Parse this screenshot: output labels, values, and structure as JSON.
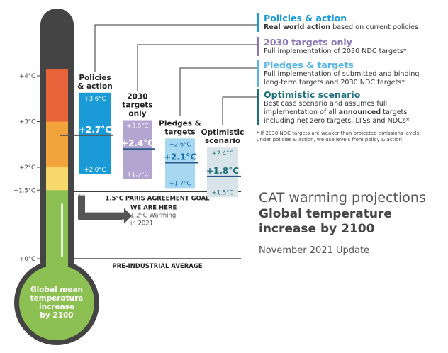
{
  "legend": {
    "policies": {
      "title": "Policies & action",
      "desc_bold": "Real world action",
      "desc": " based on current policies",
      "color": "#1a9ad6"
    },
    "targets2030": {
      "title": "2030 targets only",
      "desc": "Full implementation of 2030 NDC targets*",
      "color": "#8a75b5"
    },
    "pledges": {
      "title": "Pledges & targets",
      "desc1": "Full implementation of submitted and binding",
      "desc2": "long-term targets and 2030 NDC targets*",
      "color": "#56b4e6"
    },
    "optimistic": {
      "title": "Optimistic scenario",
      "desc1": "Best case scenario and assumes full",
      "desc2a": "implementation of all ",
      "desc2b": "announced",
      "desc2c": " targets",
      "desc3": "including net zero targets, LTSs and NDCs*",
      "color": "#1f6f7e"
    },
    "footnote1": "* If 2030 NDC targets are weaker than projected emissions levels",
    "footnote2": "under policies & action, we use levels from policy & action"
  },
  "title": {
    "line1": "CAT warming projections",
    "line2a": "Global temperature",
    "line2b": "increase by 2100",
    "update": "November 2021 Update"
  },
  "thermometer": {
    "bulb_line1": "Global mean",
    "bulb_line2": "temperature",
    "bulb_line3": "increase",
    "bulb_line4": "by 2100",
    "ticks": [
      {
        "label": "+4°C",
        "value": 4.0
      },
      {
        "label": "+3°C",
        "value": 3.0
      },
      {
        "label": "+2°C",
        "value": 2.0
      },
      {
        "label": "+1.5°C",
        "value": 1.5
      },
      {
        "label": "+0°C",
        "value": 0.0
      }
    ],
    "colors": {
      "red": "#e8633a",
      "orange": "#f3a33c",
      "yellow": "#f7d86a",
      "green": "#8dc052",
      "dark": "#444444"
    }
  },
  "chart_data": {
    "type": "range",
    "unit": "°C",
    "scenarios": [
      {
        "label_line1": "Policies",
        "label_line2": "& action",
        "label_line3": "",
        "low": 2.0,
        "mid": 2.7,
        "high": 3.6,
        "low_label": "+2.0°C",
        "mid_label": "+2.7°C",
        "high_label": "+3.6°C",
        "fill": "#1a9ad6",
        "text": "#ffffff"
      },
      {
        "label_line1": "2030",
        "label_line2": "targets",
        "label_line3": "only",
        "low": 1.9,
        "mid": 2.4,
        "high": 3.0,
        "low_label": "+1.9°C",
        "mid_label": "+2.4°C",
        "high_label": "+3.0°C",
        "fill": "#b3a5d1",
        "text": "#ffffff"
      },
      {
        "label_line1": "Pledges &",
        "label_line2": "targets",
        "label_line3": "",
        "low": 1.7,
        "mid": 2.1,
        "high": 2.6,
        "low_label": "+1.7°C",
        "mid_label": "+2.1°C",
        "high_label": "+2.6°C",
        "fill": "#a6d8f2",
        "text": "#1a6fa8"
      },
      {
        "label_line1": "Optimistic",
        "label_line2": "scenario",
        "label_line3": "",
        "low": 1.5,
        "mid": 1.8,
        "high": 2.4,
        "low_label": "+1.5°C",
        "mid_label": "+1.8°C",
        "high_label": "+2.4°C",
        "fill": "#d8e4ea",
        "text": "#1f6f7e"
      }
    ],
    "reference_lines": [
      {
        "label": "1.5°C PARIS AGREEMENT GOAL",
        "value": 1.5
      },
      {
        "label": "PRE-INDUSTRIAL AVERAGE",
        "value": 0.0
      }
    ],
    "current": {
      "label": "WE ARE HERE",
      "sub1": "1.2°C Warming",
      "sub2": "in 2021",
      "value": 1.2
    }
  }
}
